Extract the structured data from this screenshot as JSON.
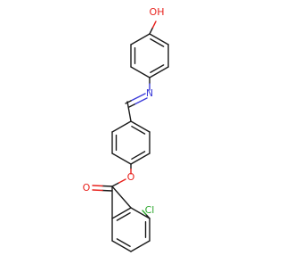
{
  "molecule": {
    "atom_labels": {
      "hydroxyl": "OH",
      "imine_nitrogen": "N",
      "ester_oxygen": "O",
      "carbonyl_oxygen": "O",
      "chlorine": "Cl"
    }
  },
  "colors": {
    "bond": "#1a1a1a",
    "oxygen": "#e8231e",
    "nitrogen": "#3b3bd9",
    "chlorine": "#2fa82f",
    "background": "#ffffff"
  }
}
